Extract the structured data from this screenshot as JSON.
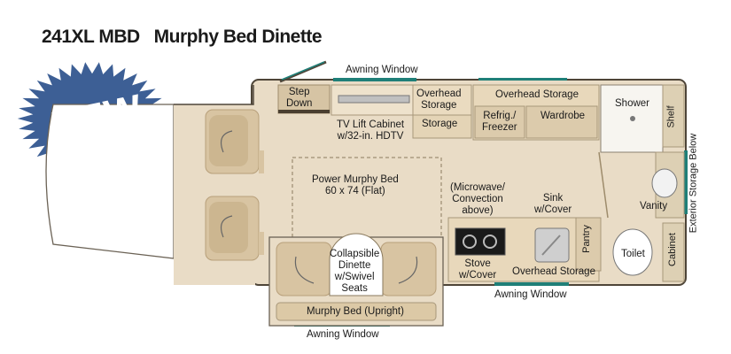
{
  "header": {
    "model": "241XL MBD",
    "floorplan": "Murphy Bed Dinette"
  },
  "badge": {
    "text": "NEW",
    "color": "#3d5f95"
  },
  "labels": {
    "awning_window_top": "Awning Window",
    "step_down": "Step\nDown",
    "tv_lift": "TV Lift Cabinet\nw/32-in. HDTV",
    "overhead_storage_1": "Overhead\nStorage",
    "storage": "Storage",
    "overhead_storage_2": "Overhead Storage",
    "refrig": "Refrig./\nFreezer",
    "wardrobe": "Wardrobe",
    "shower": "Shower",
    "shelf": "Shelf",
    "exterior_storage": "Exterior Storage Below",
    "power_murphy_bed": "Power Murphy Bed\n60 x 74 (Flat)",
    "microwave": "(Microwave/\nConvection\nabove)",
    "sink": "Sink\nw/Cover",
    "vanity": "Vanity",
    "collapsible_dinette": "Collapsible\nDinette\nw/Swivel\nSeats",
    "stove": "Stove\nw/Cover",
    "overhead_storage_3": "Overhead Storage",
    "pantry": "Pantry",
    "toilet": "Toilet",
    "cabinet": "Cabinet",
    "awning_window_bottom": "Awning Window",
    "murphy_bed_upright": "Murphy Bed (Upright)",
    "awning_window_slide": "Awning Window"
  },
  "colors": {
    "floor": "#e9dcc6",
    "cabinet": "#d6c4a4",
    "outline": "#5a5040",
    "window": "#1f7f78"
  }
}
